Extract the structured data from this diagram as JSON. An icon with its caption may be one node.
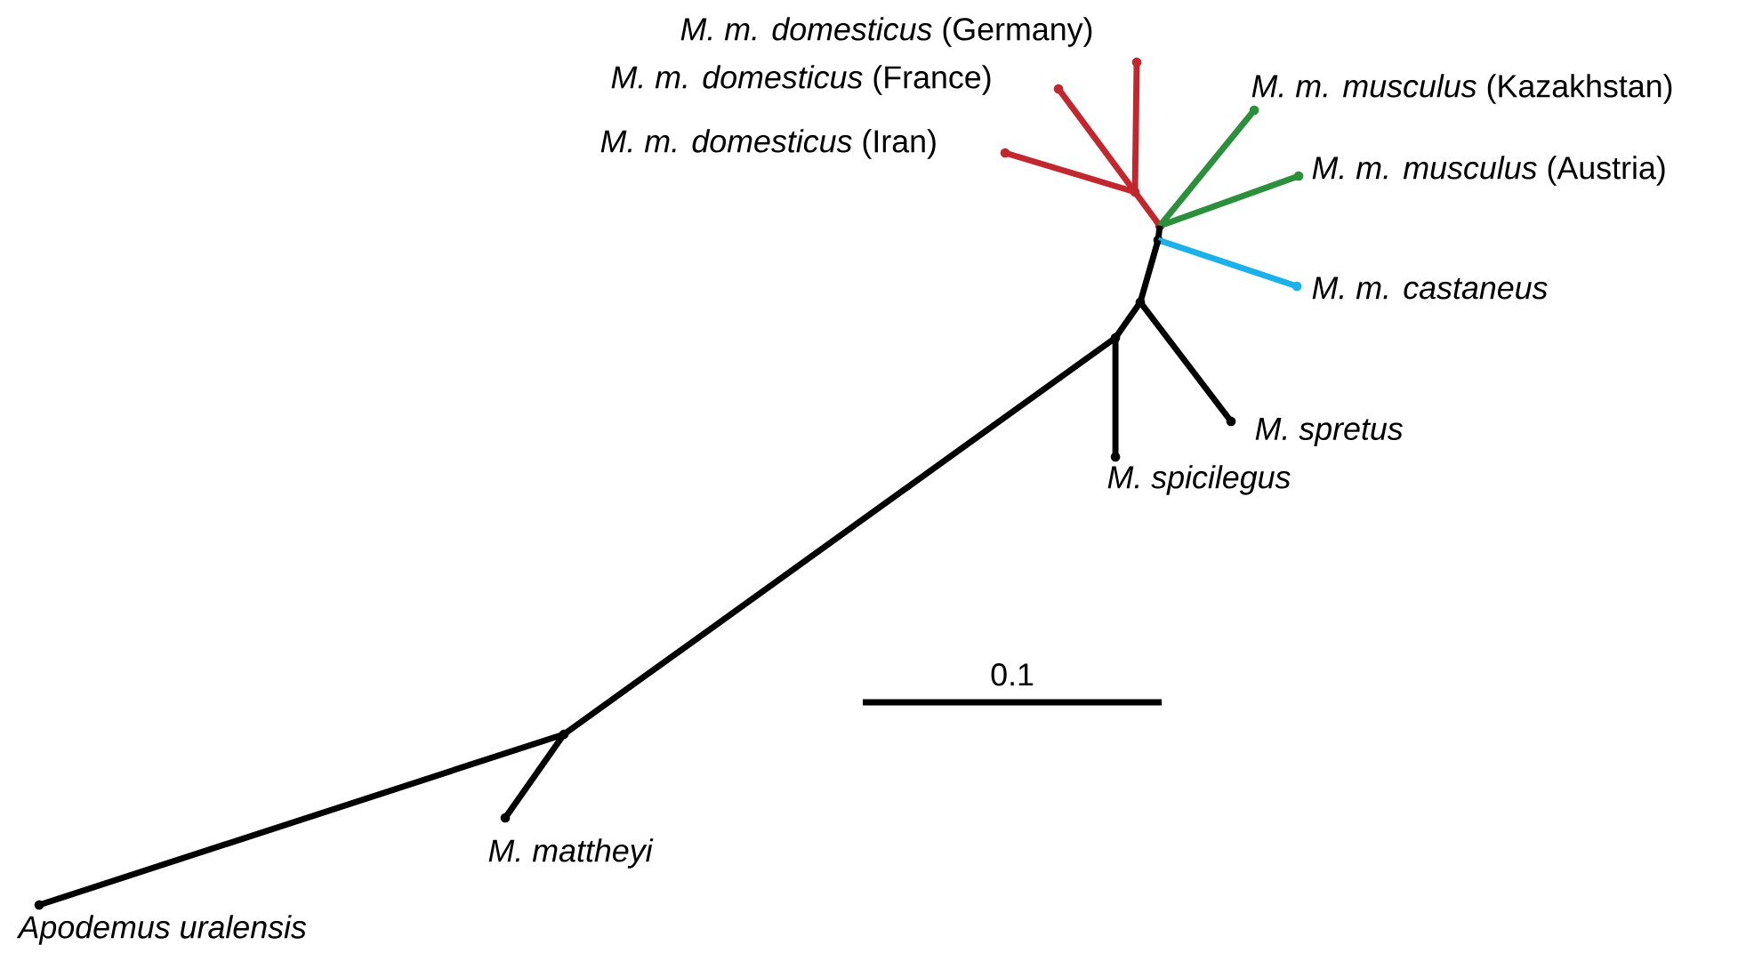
{
  "diagram": {
    "nodes": [
      {
        "text": [],
        "shape": "point"
      },
      {
        "text": [],
        "shape": "point",
        "beside": [
          "*M. m. domesticus* (France)"
        ]
      },
      {
        "text": [],
        "shape": "point",
        "beside": [
          "*M. m. domesticus* (Iran)"
        ]
      },
      {
        "text": [],
        "shape": "point",
        "beside": [
          "*M. m. musculus* (Kazakhstan)"
        ]
      },
      {
        "text": [],
        "shape": "point",
        "beside": [
          "*M. m. musculus* (Austria)"
        ]
      },
      {
        "text": [],
        "shape": "point",
        "beside": [
          "M. m. castaneus"
        ]
      },
      {
        "text": [],
        "shape": "point",
        "beside": [
          "M. spretus"
        ]
      },
      {
        "text": [],
        "shape": "point",
        "beside": [
          "M. spicilegus"
        ]
      },
      {
        "text": [],
        "shape": "point",
        "beside": [
          "M. mattheyi"
        ]
      },
      {
        "text": [],
        "shape": "point",
        "beside": [
          "Apodemus uralensis"
        ]
      },
      {
        "text": [],
        "shape": "point"
      },
      {
        "text": [],
        "shape": "point"
      },
      {
        "text": [],
        "shape": "point"
      },
      {
        "text": [],
        "shape": "point"
      },
      {
        "text": [],
        "shape": "point"
      },
      {
        "text": [],
        "shape": "point"
      }
    ],
    "edges": [
      {
        "from": 10,
        "to": 0,
        "arrow": "none",
        "color": "#c1272d"
      },
      {
        "from": 10,
        "to": 1,
        "arrow": "none",
        "color": "#c1272d"
      },
      {
        "from": 10,
        "to": 2,
        "arrow": "none",
        "color": "#c1272d"
      },
      {
        "from": 11,
        "to": 10,
        "arrow": "none",
        "color": "#c1272d"
      },
      {
        "from": 11,
        "to": 3,
        "arrow": "none",
        "color": "#2b8f3c"
      },
      {
        "from": 11,
        "to": 4,
        "arrow": "none",
        "color": "#2b8f3c"
      },
      {
        "from": 12,
        "to": 11,
        "arrow": "none"
      },
      {
        "from": 12,
        "to": 5,
        "arrow": "none",
        "color": "#1cb1ea"
      },
      {
        "from": 13,
        "to": 12,
        "arrow": "none"
      },
      {
        "from": 13,
        "to": 6,
        "arrow": "none"
      },
      {
        "from": 14,
        "to": 13,
        "arrow": "none"
      },
      {
        "from": 14,
        "to": 7,
        "arrow": "none"
      },
      {
        "from": 15,
        "to": 14,
        "arrow": "none"
      },
      {
        "from": 15,
        "to": 8,
        "arrow": "none"
      },
      {
        "from": 15,
        "to": 9,
        "arrow": "none"
      }
    ],
    "labels": [
      "*M. m. domesticus* (Germany)",
      "0.1"
    ]
  }
}
